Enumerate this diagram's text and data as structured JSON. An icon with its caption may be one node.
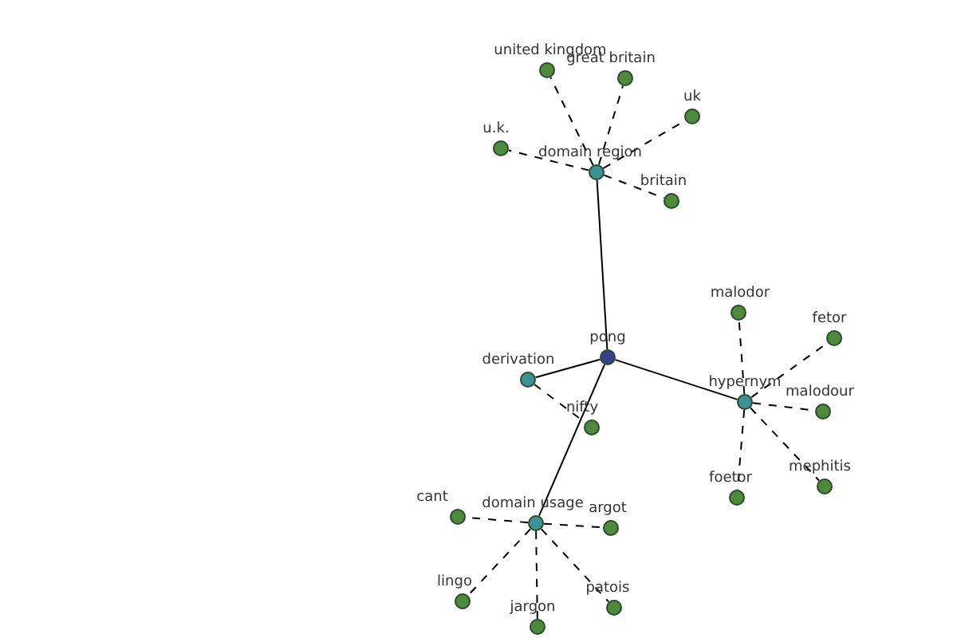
{
  "diagram": {
    "nodes": [
      {
        "text": [
          "pong"
        ]
      },
      {
        "text": [
          "domain region"
        ]
      },
      {
        "text": [
          "united kingdom"
        ]
      },
      {
        "text": [
          "great britain"
        ]
      },
      {
        "text": [
          "uk"
        ]
      },
      {
        "text": [
          "u.k."
        ]
      },
      {
        "text": [
          "britain"
        ]
      },
      {
        "text": [
          "hypernym"
        ]
      },
      {
        "text": [
          "malodor"
        ]
      },
      {
        "text": [
          "fetor"
        ]
      },
      {
        "text": [
          "malodour"
        ]
      },
      {
        "text": [
          "mephitis"
        ]
      },
      {
        "text": [
          "foetor"
        ]
      },
      {
        "text": [
          "derivation"
        ]
      },
      {
        "text": [
          "nifty"
        ]
      },
      {
        "text": [
          "domain usage"
        ]
      },
      {
        "text": [
          "cant"
        ]
      },
      {
        "text": [
          "argot"
        ]
      },
      {
        "text": [
          "lingo"
        ]
      },
      {
        "text": [
          "jargon"
        ]
      },
      {
        "text": [
          "patois"
        ]
      }
    ],
    "edges": [
      {
        "from": 0,
        "to": 1,
        "arrow": "none"
      },
      {
        "from": 0,
        "to": 7,
        "arrow": "none"
      },
      {
        "from": 0,
        "to": 13,
        "arrow": "none"
      },
      {
        "from": 0,
        "to": 15,
        "arrow": "none"
      },
      {
        "from": 1,
        "to": 2,
        "arrow": "none",
        "style": "dashed"
      },
      {
        "from": 1,
        "to": 3,
        "arrow": "none",
        "style": "dashed"
      },
      {
        "from": 1,
        "to": 4,
        "arrow": "none",
        "style": "dashed"
      },
      {
        "from": 1,
        "to": 5,
        "arrow": "none",
        "style": "dashed"
      },
      {
        "from": 1,
        "to": 6,
        "arrow": "none",
        "style": "dashed"
      },
      {
        "from": 7,
        "to": 8,
        "arrow": "none",
        "style": "dashed"
      },
      {
        "from": 7,
        "to": 9,
        "arrow": "none",
        "style": "dashed"
      },
      {
        "from": 7,
        "to": 10,
        "arrow": "none",
        "style": "dashed"
      },
      {
        "from": 7,
        "to": 11,
        "arrow": "none",
        "style": "dashed"
      },
      {
        "from": 7,
        "to": 12,
        "arrow": "none",
        "style": "dashed"
      },
      {
        "from": 13,
        "to": 14,
        "arrow": "none",
        "style": "dashed"
      },
      {
        "from": 15,
        "to": 16,
        "arrow": "none",
        "style": "dashed"
      },
      {
        "from": 15,
        "to": 17,
        "arrow": "none",
        "style": "dashed"
      },
      {
        "from": 15,
        "to": 18,
        "arrow": "none",
        "style": "dashed"
      },
      {
        "from": 15,
        "to": 19,
        "arrow": "none",
        "style": "dashed"
      },
      {
        "from": 15,
        "to": 20,
        "arrow": "none",
        "style": "dashed"
      }
    ]
  }
}
